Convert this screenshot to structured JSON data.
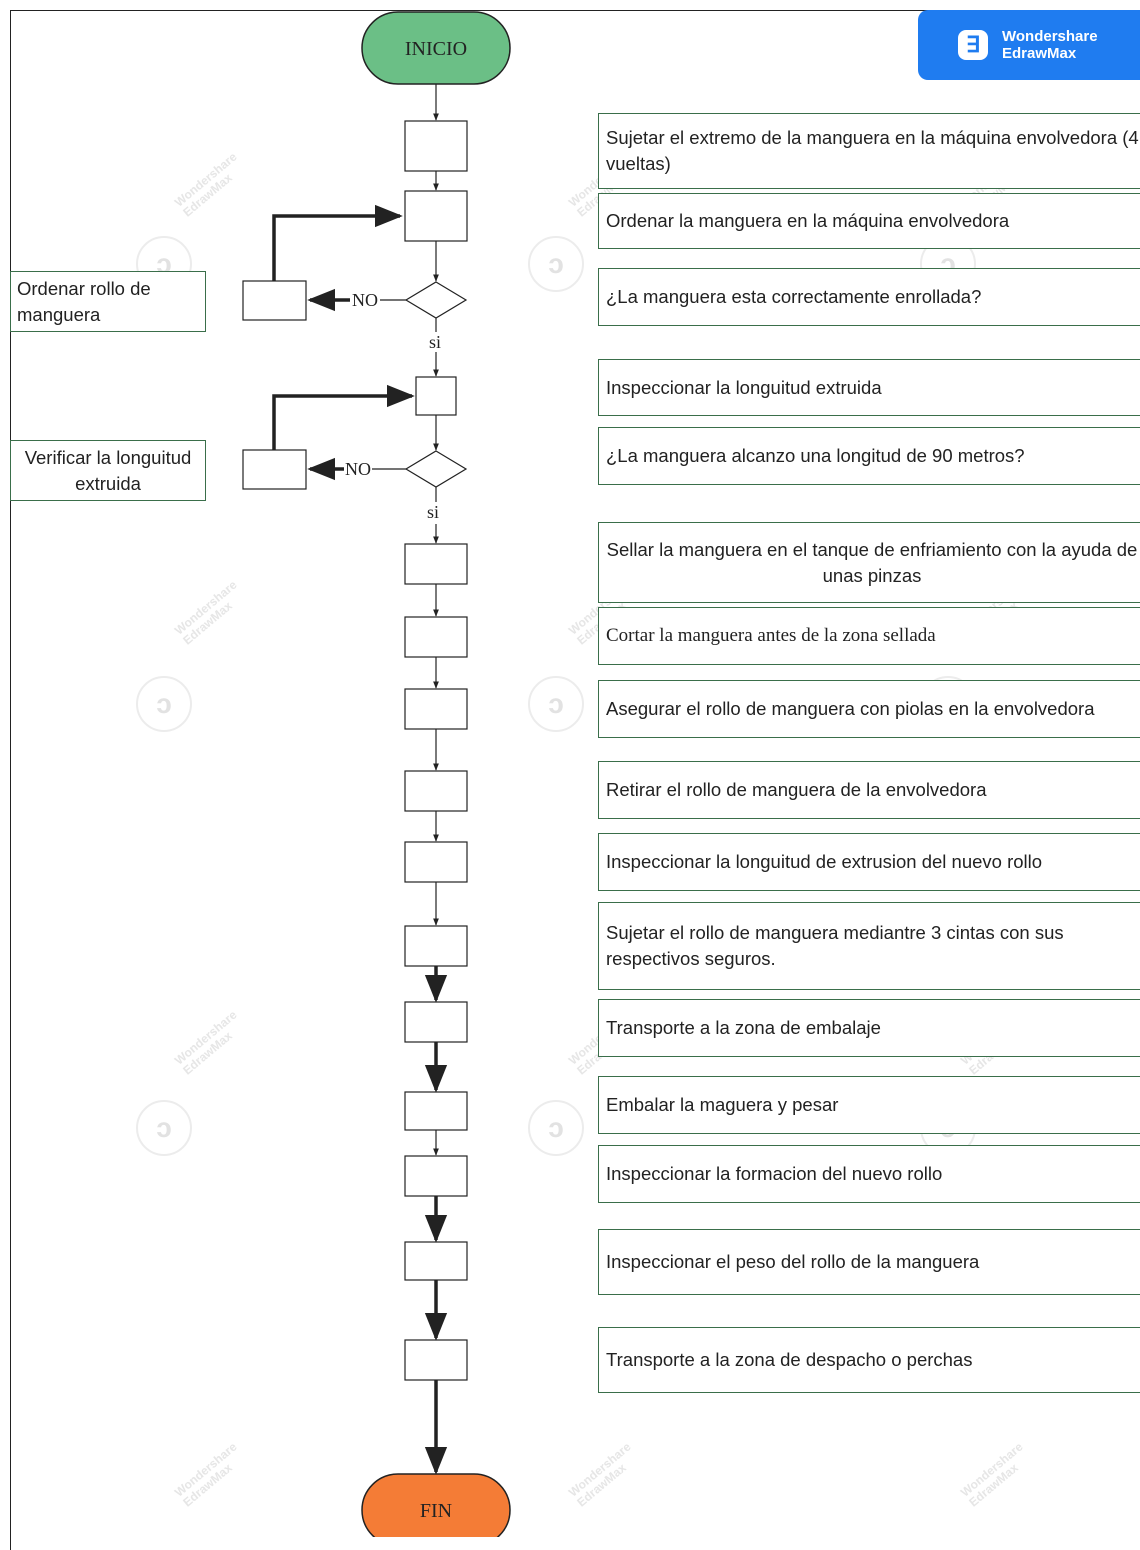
{
  "branding": {
    "logo_glyph": "∃",
    "line1": "Wondershare",
    "line2": "EdrawMax",
    "color": "#1f7cf0",
    "watermark_line1": "Wondershare",
    "watermark_line2": "EdrawMax"
  },
  "terminals": {
    "start": "INICIO",
    "end": "FIN",
    "start_color": "#6bbf86",
    "end_color": "#f47c36"
  },
  "decision_labels": {
    "no_1": "NO",
    "yes_1": "si",
    "no_2": "NO",
    "yes_2": "si"
  },
  "side_notes": [
    "Ordenar rollo de manguera",
    "Verificar la longuitud extruida"
  ],
  "steps": [
    "Sujetar el extremo de la manguera en la máquina envolvedora (4 vueltas)",
    "Ordenar la manguera en la máquina envolvedora",
    "¿La manguera esta correctamente enrollada?",
    "Inspeccionar la longuitud extruida",
    "¿La manguera alcanzo una longitud de 90 metros?",
    "Sellar la manguera en el tanque de enfriamiento con la ayuda de unas pinzas",
    "Cortar la manguera  antes de la zona sellada",
    "Asegurar el rollo de manguera con piolas en la envolvedora",
    "Retirar el rollo de manguera de la envolvedora",
    "Inspeccionar la longuitud de extrusion del nuevo rollo",
    "Sujetar el rollo de manguera mediantre 3 cintas con sus respectivos seguros.",
    "Transporte a la zona de embalaje",
    "Embalar la maguera y pesar",
    "Inspeccionar la formacion del nuevo rollo",
    "Inspeccionar el peso del rollo de la manguera",
    "Transporte a la zona de despacho o perchas"
  ]
}
